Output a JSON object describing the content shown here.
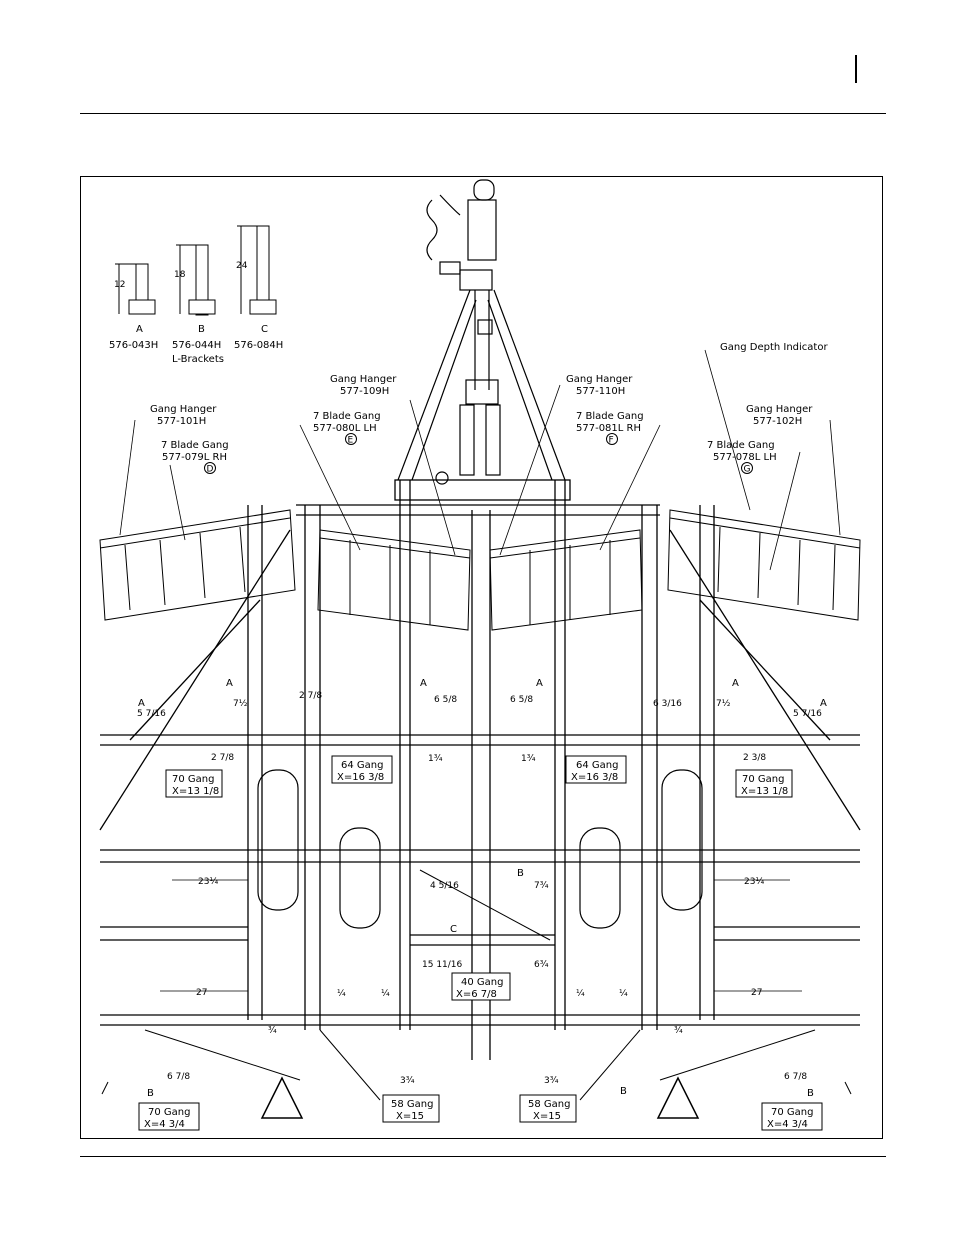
{
  "brackets": [
    {
      "letter": "A",
      "part": "576-043H",
      "dim": "12"
    },
    {
      "letter": "B",
      "part": "576-044H",
      "dim": "18"
    },
    {
      "letter": "C",
      "part": "576-084H",
      "dim": "24"
    }
  ],
  "brackets_caption": "L-Brackets",
  "callouts": {
    "hanger_101": {
      "title": "Gang Hanger",
      "part": "577-101H"
    },
    "hanger_109": {
      "title": "Gang Hanger",
      "part": "577-109H"
    },
    "hanger_110": {
      "title": "Gang Hanger",
      "part": "577-110H"
    },
    "hanger_102": {
      "title": "Gang Hanger",
      "part": "577-102H"
    },
    "gang_d": {
      "title": "7 Blade Gang",
      "part": "577-079L RH",
      "circle": "D"
    },
    "gang_e": {
      "title": "7 Blade Gang",
      "part": "577-080L LH",
      "circle": "E"
    },
    "gang_f": {
      "title": "7 Blade Gang",
      "part": "577-081L RH",
      "circle": "F"
    },
    "gang_g": {
      "title": "7 Blade Gang",
      "part": "577-078L LH",
      "circle": "G"
    },
    "depth_indicator": "Gang Depth Indicator"
  },
  "boxes": {
    "g70_upper_left": {
      "gang": "70 Gang",
      "x": "X=13 1/8"
    },
    "g64_left": {
      "gang": "64 Gang",
      "x": "X=16 3/8"
    },
    "g64_right": {
      "gang": "64 Gang",
      "x": "X=16 3/8"
    },
    "g70_upper_right": {
      "gang": "70 Gang",
      "x": "X=13 1/8"
    },
    "g40": {
      "gang": "40 Gang",
      "x": "X=6 7/8"
    },
    "g70_lower_left": {
      "gang": "70 Gang",
      "x": "X=4 3/4"
    },
    "g58_left": {
      "gang": "58 Gang",
      "x": "X=15"
    },
    "g58_right": {
      "gang": "58 Gang",
      "x": "X=15"
    },
    "g70_lower_right": {
      "gang": "70 Gang",
      "x": "X=4 3/4"
    }
  },
  "dims": {
    "d23_left": "23¼",
    "d23_right": "23¼",
    "d27_left": "27",
    "d27_right": "27",
    "d1_left": "1¾",
    "d1_right": "1¾",
    "d15": "15 11/16",
    "d6_c": "6¾",
    "d4": "4 5/16",
    "d7_c": "7¾",
    "d6_65l": "6 5/8",
    "d6_65r": "6 5/8",
    "d6_3": "6 3/16",
    "d7_l": "7½",
    "d7_r": "7½",
    "d5_l": "5 7/16",
    "d5_r": "5 7/16",
    "d2_l": "2 7/8",
    "d2_r": "2 3/8",
    "d3_a": "3¾",
    "d3_b": "3¾",
    "d6_b_l": "6 7/8",
    "d6_b_r": "6 7/8",
    "q1": "¼",
    "q2": "¼",
    "q3": "¼",
    "q4": "¼",
    "q5": "¾",
    "q6": "¾"
  },
  "letters": {
    "A1": "A",
    "A2": "A",
    "A3": "A",
    "A4": "A",
    "A5": "A",
    "A6": "A",
    "B1": "B",
    "B2": "B",
    "B3": "B",
    "B4": "B",
    "C1": "C"
  }
}
